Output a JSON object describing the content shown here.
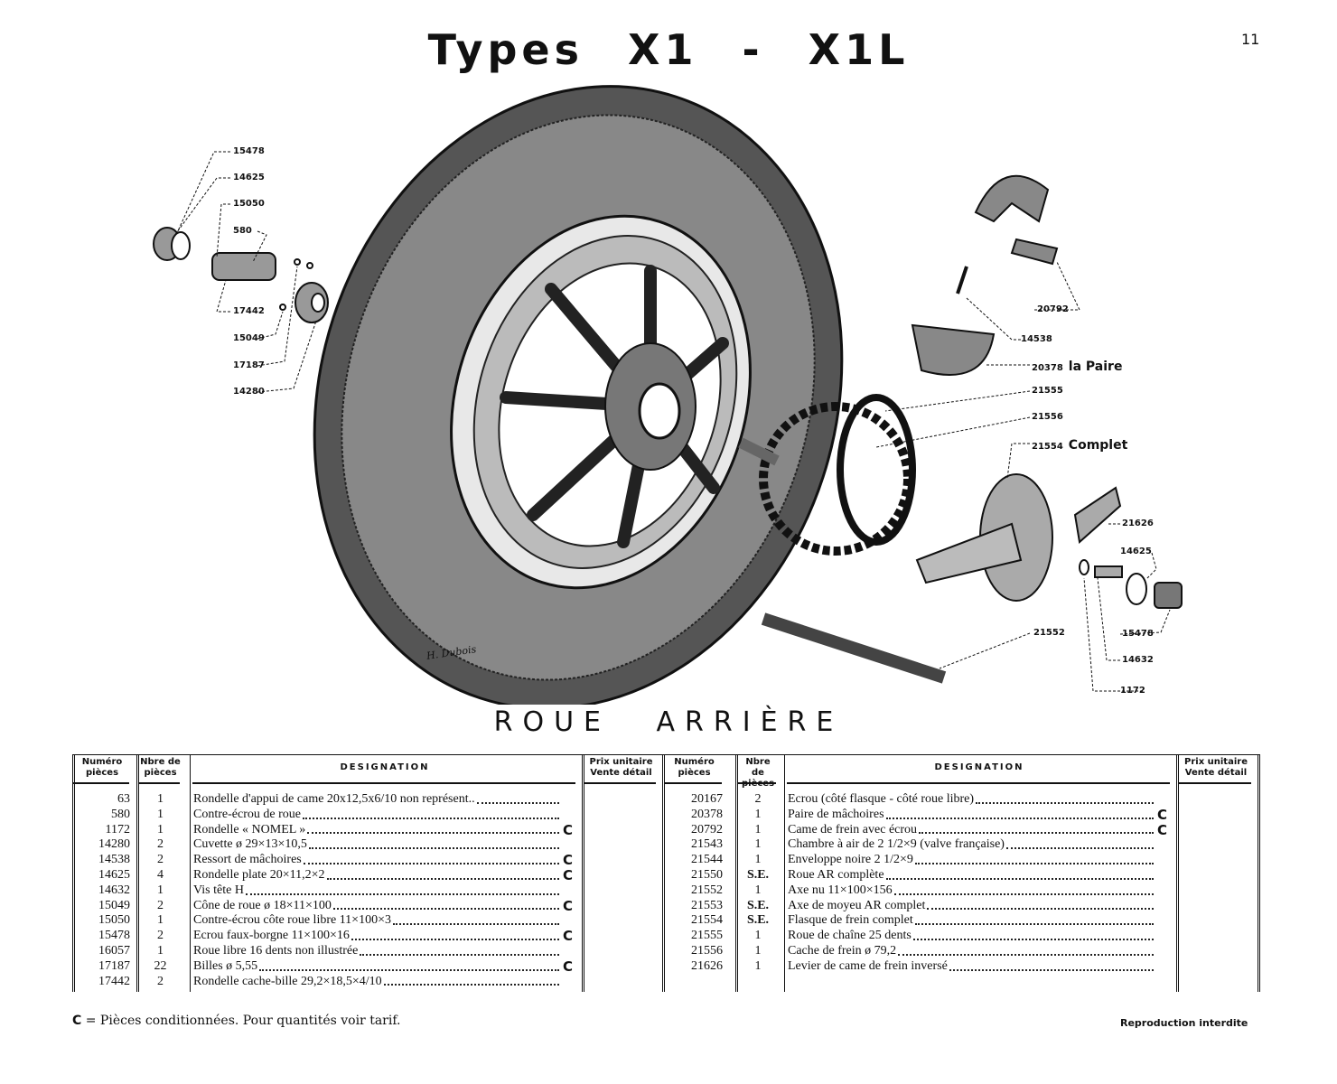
{
  "header": {
    "title": "Types X1 - X1L",
    "page_number": "11"
  },
  "section_title": "ROUE ARRIÈRE",
  "signature": "H. Dubois",
  "callouts_left": [
    "15478",
    "14625",
    "15050",
    "580",
    "17442",
    "15049",
    "17187",
    "14280"
  ],
  "callouts_right": [
    {
      "num": "20792",
      "extra": ""
    },
    {
      "num": "14538",
      "extra": ""
    },
    {
      "num": "20378",
      "extra": "la Paire"
    },
    {
      "num": "21555",
      "extra": ""
    },
    {
      "num": "21556",
      "extra": ""
    },
    {
      "num": "21554",
      "extra": "Complet"
    },
    {
      "num": "21626",
      "extra": ""
    },
    {
      "num": "14625",
      "extra": ""
    },
    {
      "num": "21552",
      "extra": ""
    },
    {
      "num": "15478",
      "extra": ""
    },
    {
      "num": "14632",
      "extra": ""
    },
    {
      "num": "1172",
      "extra": ""
    }
  ],
  "table": {
    "headers": {
      "numero": "Numéro pièces",
      "nbre": "Nbre de pièces",
      "designation": "DESIGNATION",
      "prix": "Prix unitaire Vente détail"
    },
    "left_rows": [
      {
        "num": "63",
        "qty": "1",
        "des": "Rondelle d'appui de came 20x12,5x6/10 non représent..",
        "c": ""
      },
      {
        "num": "580",
        "qty": "1",
        "des": "Contre-écrou de roue",
        "c": ""
      },
      {
        "num": "1172",
        "qty": "1",
        "des": "Rondelle « NOMEL »",
        "c": "C"
      },
      {
        "num": "14280",
        "qty": "2",
        "des": "Cuvette ø 29×13×10,5",
        "c": ""
      },
      {
        "num": "14538",
        "qty": "2",
        "des": "Ressort de mâchoires",
        "c": "C"
      },
      {
        "num": "14625",
        "qty": "4",
        "des": "Rondelle plate 20×11,2×2",
        "c": "C"
      },
      {
        "num": "14632",
        "qty": "1",
        "des": "Vis tête H",
        "c": ""
      },
      {
        "num": "15049",
        "qty": "2",
        "des": "Cône de roue ø 18×11×100",
        "c": "C"
      },
      {
        "num": "15050",
        "qty": "1",
        "des": "Contre-écrou côte roue libre 11×100×3",
        "c": ""
      },
      {
        "num": "15478",
        "qty": "2",
        "des": "Ecrou faux-borgne 11×100×16",
        "c": "C"
      },
      {
        "num": "16057",
        "qty": "1",
        "des": "Roue libre 16 dents non illustrée",
        "c": ""
      },
      {
        "num": "17187",
        "qty": "22",
        "des": "Billes ø 5,55",
        "c": "C"
      },
      {
        "num": "17442",
        "qty": "2",
        "des": "Rondelle cache-bille 29,2×18,5×4/10",
        "c": ""
      }
    ],
    "right_rows": [
      {
        "num": "20167",
        "qty": "2",
        "des": "Ecrou (côté flasque - côté roue libre)",
        "c": ""
      },
      {
        "num": "20378",
        "qty": "1",
        "des": "Paire de mâchoires",
        "c": "C"
      },
      {
        "num": "20792",
        "qty": "1",
        "des": "Came de frein avec écrou",
        "c": "C"
      },
      {
        "num": "21543",
        "qty": "1",
        "des": "Chambre à air de 2 1/2×9 (valve française)",
        "c": ""
      },
      {
        "num": "21544",
        "qty": "1",
        "des": "Enveloppe noire 2 1/2×9",
        "c": ""
      },
      {
        "num": "21550",
        "qty": "S.E.",
        "des": "Roue AR complète",
        "c": ""
      },
      {
        "num": "21552",
        "qty": "1",
        "des": "Axe nu 11×100×156",
        "c": ""
      },
      {
        "num": "21553",
        "qty": "S.E.",
        "des": "Axe de moyeu AR complet",
        "c": ""
      },
      {
        "num": "21554",
        "qty": "S.E.",
        "des": "Flasque de frein complet",
        "c": ""
      },
      {
        "num": "21555",
        "qty": "1",
        "des": "Roue de chaîne 25 dents",
        "c": ""
      },
      {
        "num": "21556",
        "qty": "1",
        "des": "Cache de frein ø 79,2",
        "c": ""
      },
      {
        "num": "21626",
        "qty": "1",
        "des": "Levier de came de frein inversé",
        "c": ""
      }
    ]
  },
  "footer": {
    "legend_key": "C",
    "legend_text": "= Pièces conditionnées. Pour quantités voir tarif.",
    "right": "Reproduction interdite"
  }
}
